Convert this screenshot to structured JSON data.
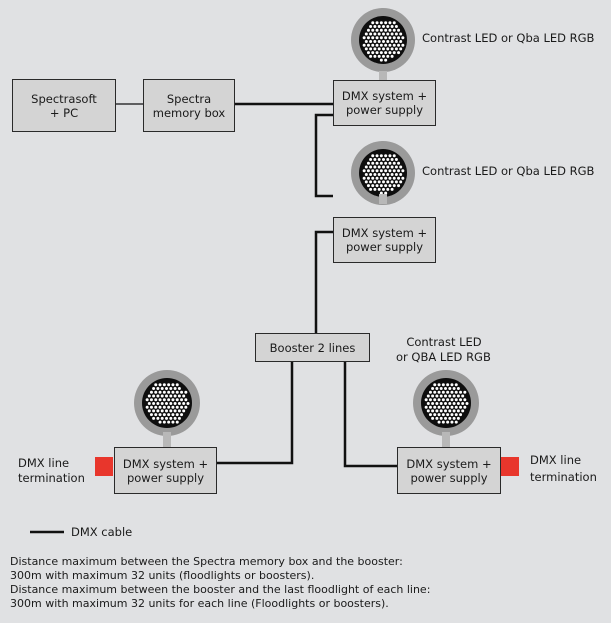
{
  "boxes": {
    "spectrasoft": {
      "line1": "Spectrasoft",
      "line2": "+ PC"
    },
    "memory_box": {
      "line1": "Spectra",
      "line2": "memory box"
    },
    "dmx1": {
      "line1": "DMX system +",
      "line2": "power supply"
    },
    "dmx2": {
      "line1": "DMX system +",
      "line2": "power supply"
    },
    "booster": {
      "label": "Booster 2 lines"
    },
    "dmx_left": {
      "line1": "DMX system +",
      "line2": "power supply"
    },
    "dmx_right": {
      "line1": "DMX system +",
      "line2": "power supply"
    }
  },
  "led_labels": {
    "top1": "Contrast LED or Qba LED RGB",
    "top2": "Contrast LED or Qba LED RGB",
    "right_line1": "Contrast LED",
    "right_line2": "or QBA LED RGB"
  },
  "termination": {
    "left_line1": "DMX line",
    "left_line2": "termination",
    "right_line1": "DMX line",
    "right_line2": "termination",
    "color": "#e8362c"
  },
  "legend": {
    "cable_label": "DMX cable"
  },
  "notes": [
    "Distance maximum between the Spectra memory box and the booster:",
    "300m with maximum 32 units (floodlights or boosters).",
    "Distance maximum between the booster and the last floodlight of each line:",
    "300m with maximum 32 units for each line (Floodlights or boosters)."
  ]
}
